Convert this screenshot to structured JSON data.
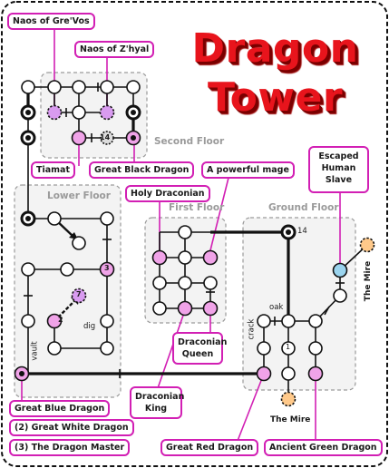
{
  "title": {
    "line1": "Dragon",
    "line2": "Tower"
  },
  "areas": {
    "second_floor": "Second Floor",
    "lower_floor": "Lower Floor",
    "first_floor": "First Floor",
    "ground_floor": "Ground Floor"
  },
  "callouts": {
    "naos_grevos": "Naos of Gre'Vos",
    "naos_zhyal": "Naos of Z'hyal",
    "tiamat": "Tiamat",
    "great_black_dragon": "Great Black Dragon",
    "powerful_mage": "A powerful mage",
    "holy_draconian": "Holy Draconian",
    "escaped_slave": "Escaped\nHuman\nSlave",
    "draconian_queen": "Draconian\nQueen",
    "draconian_king": "Draconian\nKing",
    "great_blue_dragon": "Great Blue Dragon",
    "great_white_dragon": "(2) Great White Dragon",
    "dragon_master": "(3) The Dragon Master",
    "great_red_dragon": "Great Red Dragon",
    "ancient_green_dragon": "Ancient Green Dragon"
  },
  "notes": {
    "oak": "oak",
    "crack": "crack",
    "dig": "dig",
    "vault": "vault",
    "the_mire_right": "The Mire",
    "the_mire_bottom": "The Mire",
    "link_14_second": "14",
    "link_14_ground": "14",
    "node_1": "1",
    "node_2": "2",
    "node_3": "3",
    "node_7": "7"
  },
  "colors": {
    "boss": "#f0a3e8",
    "stairs": "#d99bf0",
    "exit": "#ffc98a",
    "slave": "#9ad4ee",
    "callout_border": "#d21fb4",
    "title": "#e8141c"
  }
}
